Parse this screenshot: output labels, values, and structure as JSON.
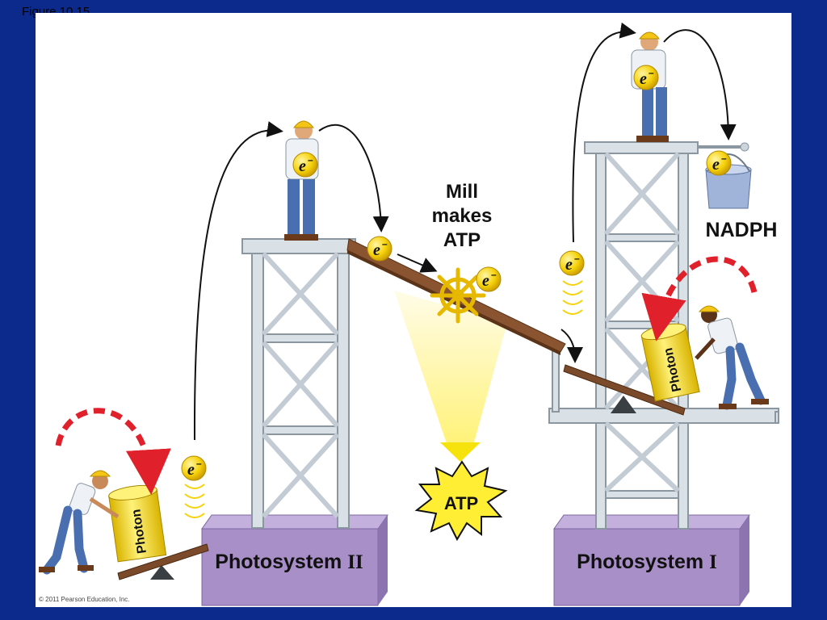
{
  "figure_label": "Figure 10.15",
  "copyright": "© 2011 Pearson Education, Inc.",
  "electron_symbol": "e",
  "electron_charge": "–",
  "mill_label": [
    "Mill",
    "makes",
    "ATP"
  ],
  "atp_label": "ATP",
  "nadph_label": "NADPH",
  "photon_label": "Photon",
  "photosystem_ii": {
    "name": "Photosystem ",
    "numeral": "II"
  },
  "photosystem_i": {
    "name": "Photosystem ",
    "numeral": "I"
  },
  "colors": {
    "background": "#0b2a8c",
    "tower": "#cdd5dc",
    "tower_edge": "#8a96a0",
    "base": "#a98fc8",
    "base_top": "#c3b0dd",
    "electron": "#f6d20a",
    "photon": "#f5d80d",
    "ramp": "#7a4a2a",
    "dash_arrow": "#e0202a",
    "atp_burst": "#ffee33"
  }
}
